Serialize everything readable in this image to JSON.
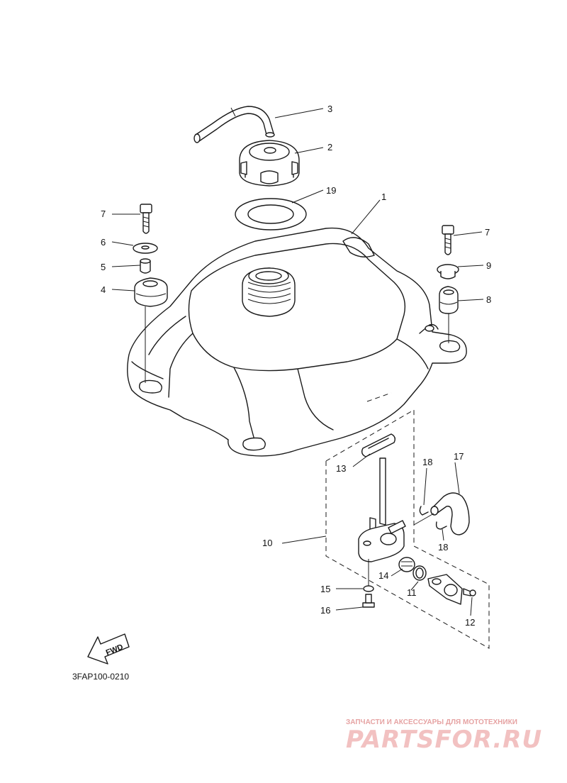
{
  "diagram_code": "3FAP100-0210",
  "fwd_label": "FWD",
  "watermark": {
    "subtitle": "ЗАПЧАСТИ И АКСЕССУАРЫ ДЛЯ МОТОТЕХНИКИ",
    "brand": "PARTSFOR.RU"
  },
  "callouts": {
    "c1": "1",
    "c2": "2",
    "c3": "3",
    "c4": "4",
    "c5": "5",
    "c6": "6",
    "c7a": "7",
    "c7b": "7",
    "c8": "8",
    "c9": "9",
    "c10": "10",
    "c11": "11",
    "c12": "12",
    "c13": "13",
    "c14": "14",
    "c15": "15",
    "c16": "16",
    "c17": "17",
    "c18a": "18",
    "c18b": "18",
    "c19": "19"
  }
}
